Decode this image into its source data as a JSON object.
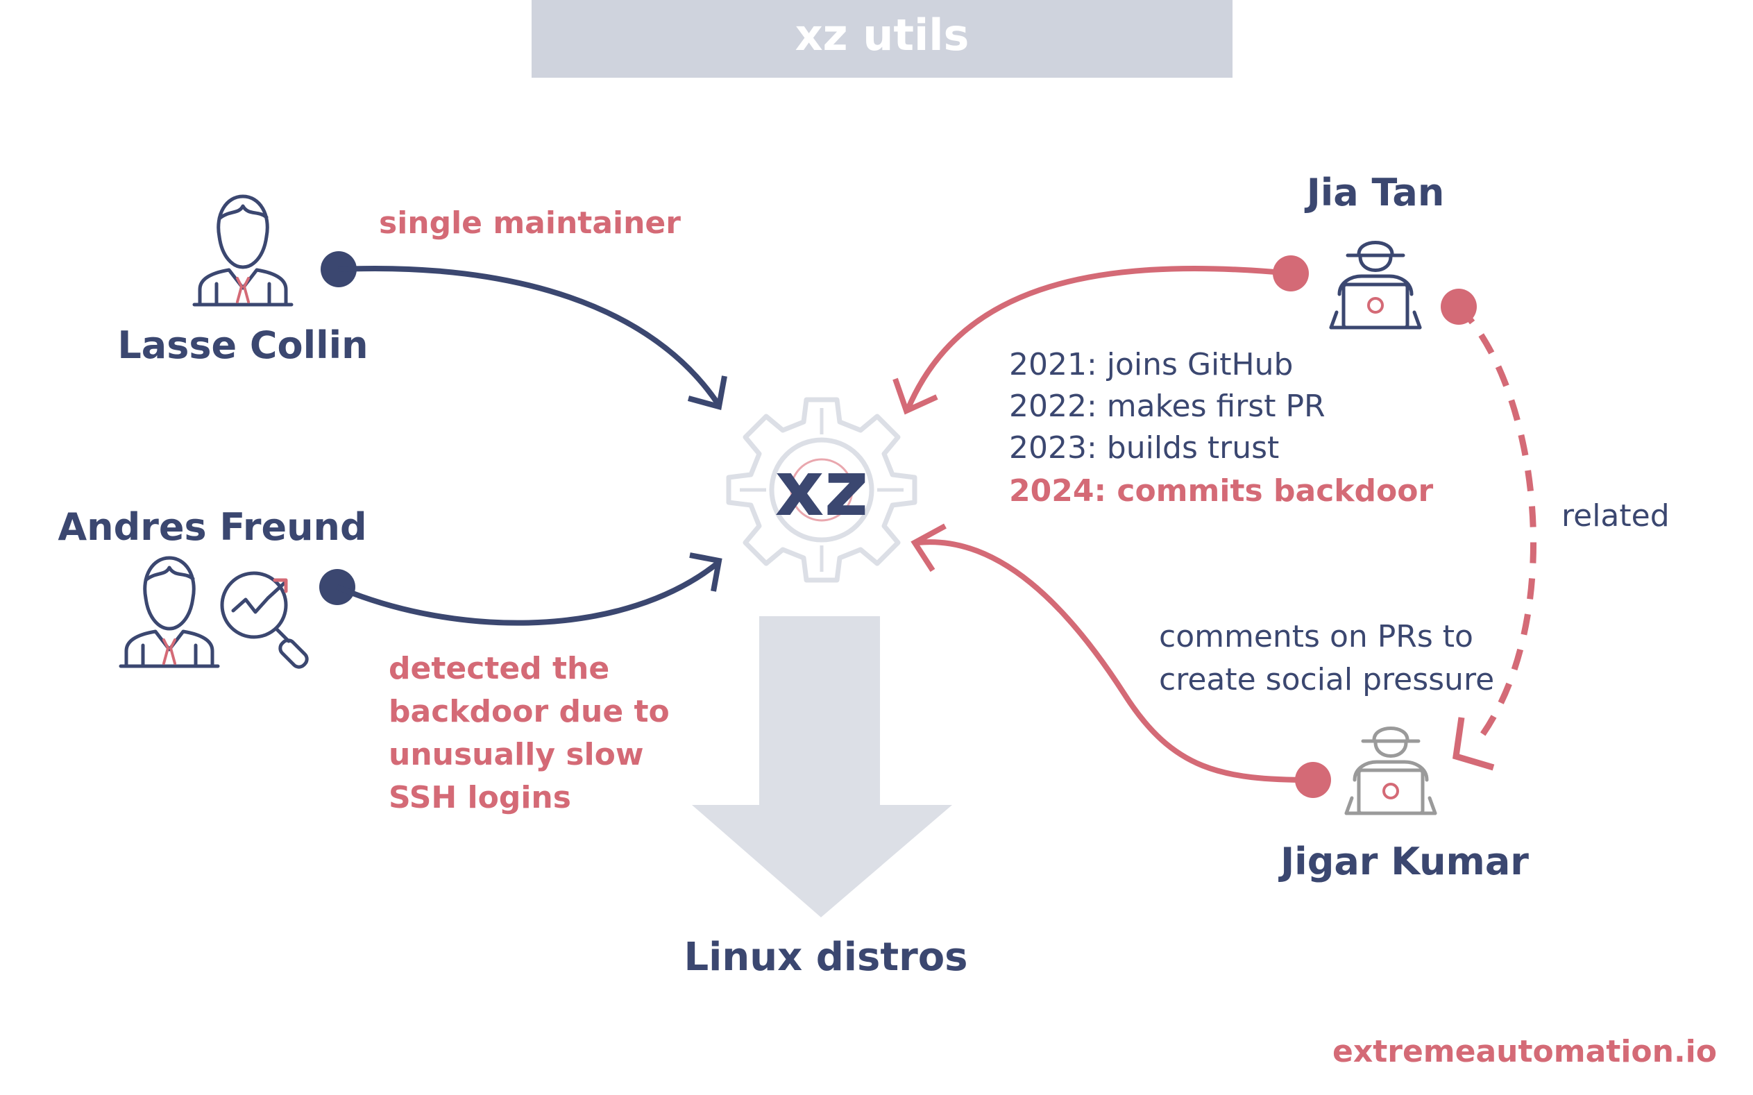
{
  "title": "xz utils",
  "center_label": "xz",
  "output_label": "Linux distros",
  "people": {
    "lasse": {
      "name": "Lasse Collin"
    },
    "andres": {
      "name": "Andres Freund"
    },
    "jia": {
      "name": "Jia Tan"
    },
    "jigar": {
      "name": "Jigar Kumar"
    }
  },
  "annotations": {
    "lasse_edge": "single maintainer",
    "andres_lines": [
      "detected the",
      "backdoor due to",
      "unusually slow",
      "SSH logins"
    ],
    "jia_timeline": [
      "2021: joins GitHub",
      "2022: makes first PR",
      "2023: builds trust"
    ],
    "jia_timeline_highlight": "2024: commits backdoor",
    "jigar_lines": [
      "comments on PRs to",
      "create social pressure"
    ],
    "related": "related"
  },
  "footer": "extremeautomation.io",
  "colors": {
    "navy": "#3b4770",
    "pink": "#d46a76",
    "light_gray": "#cfd3dd",
    "arrow_gray": "#dcdfe6",
    "icon_gray": "#9a9a9a"
  },
  "icons": {
    "lasse": "person-icon",
    "andres": "person-icon",
    "andres_extra": "analytics-magnifier-icon",
    "jia": "hacker-laptop-icon",
    "jigar": "hacker-laptop-icon",
    "center": "gear-icon"
  }
}
